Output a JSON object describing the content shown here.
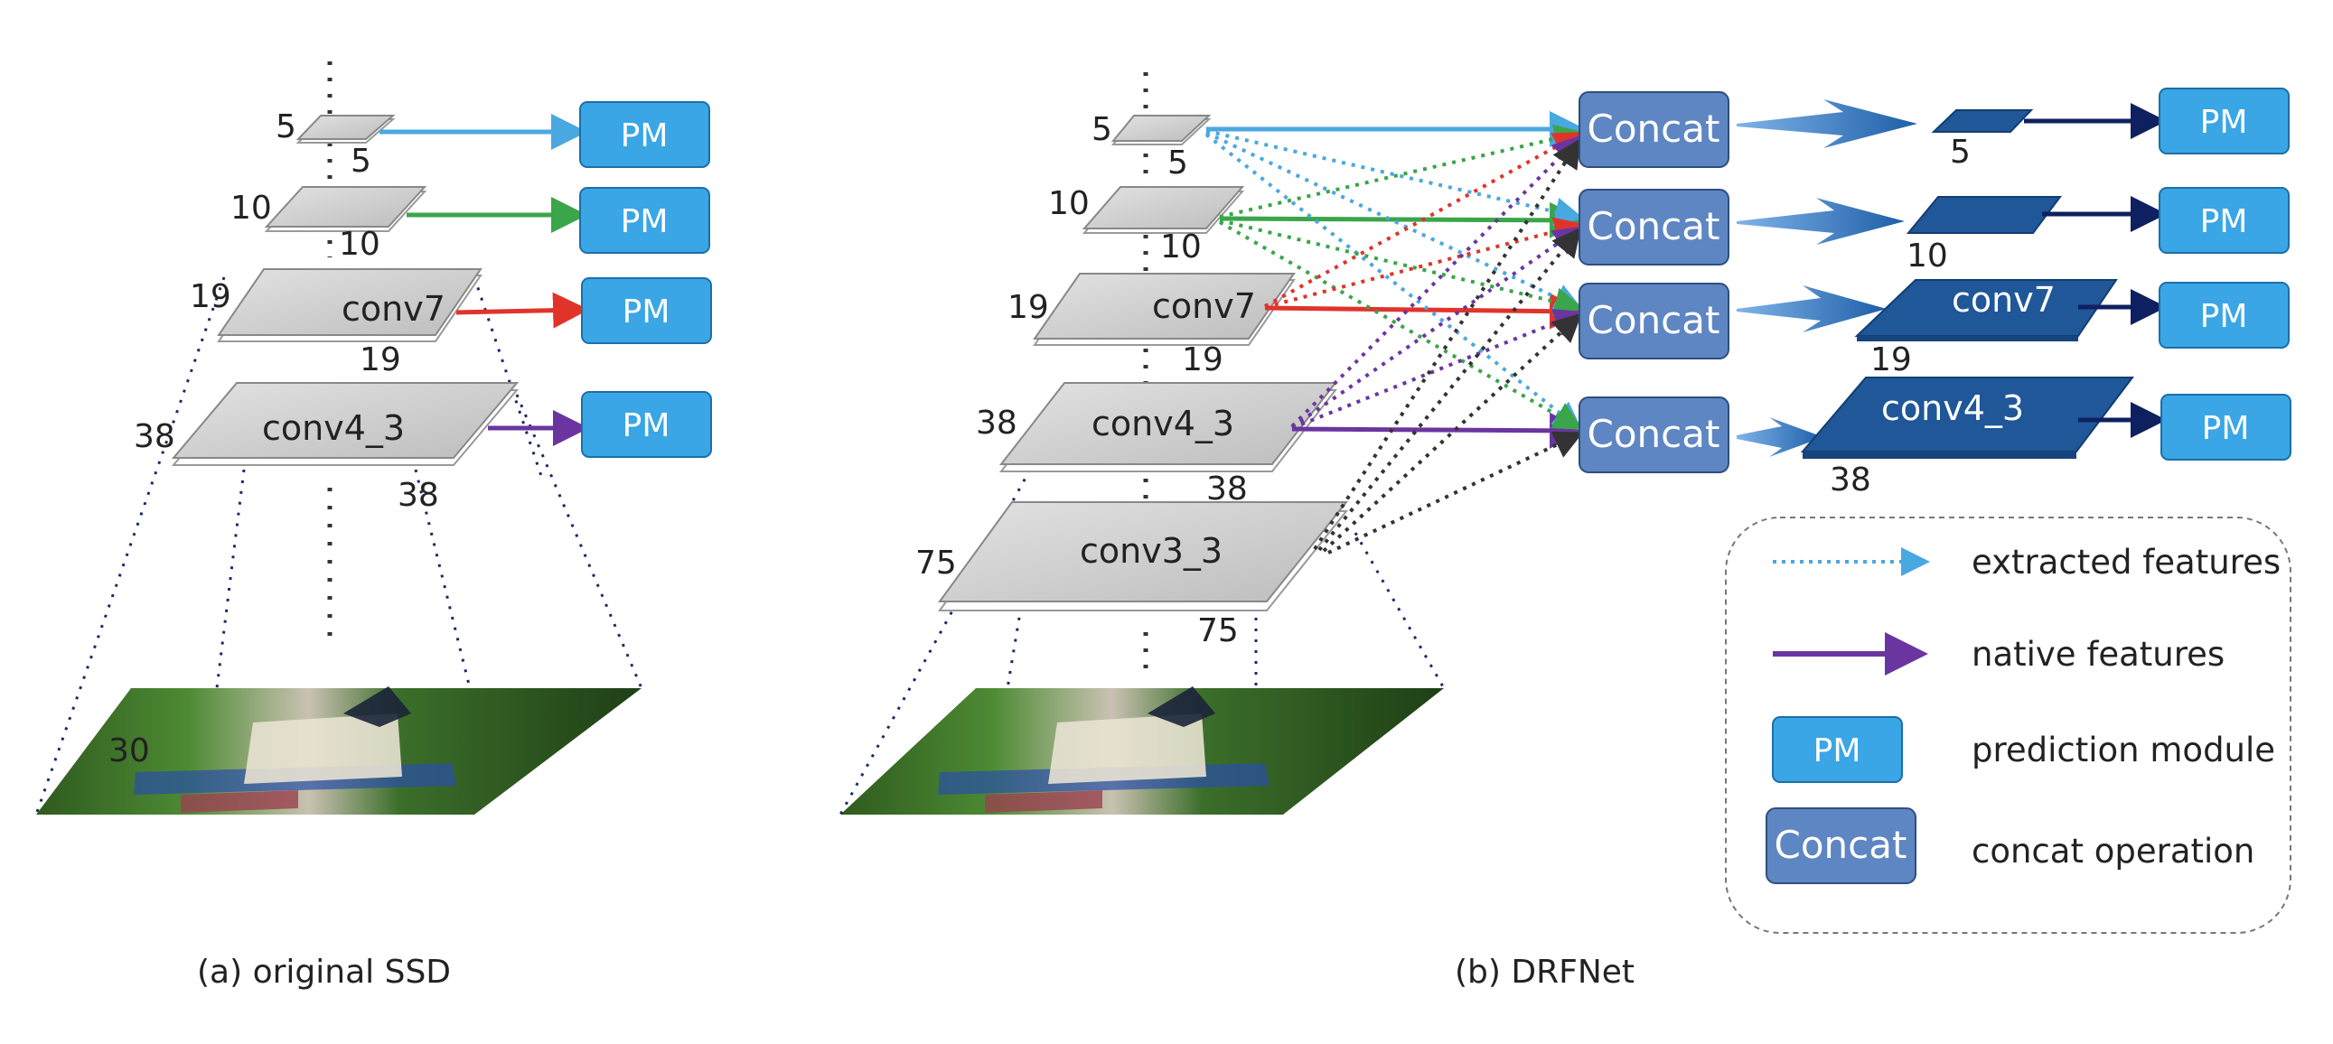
{
  "panel_a": {
    "caption": "(a) original SSD",
    "layers": [
      {
        "left": "5",
        "right": "5",
        "name": ""
      },
      {
        "left": "10",
        "right": "10",
        "name": ""
      },
      {
        "left": "19",
        "right": "19",
        "name": "conv7"
      },
      {
        "left": "38",
        "right": "38",
        "name": "conv4_3"
      }
    ],
    "pm_label": "PM",
    "partial_label": "30"
  },
  "panel_b": {
    "caption": "(b) DRFNet",
    "layers": [
      {
        "left": "5",
        "right": "5",
        "name": ""
      },
      {
        "left": "10",
        "right": "10",
        "name": ""
      },
      {
        "left": "19",
        "right": "19",
        "name": "conv7"
      },
      {
        "left": "38",
        "right": "38",
        "name": "conv4_3"
      },
      {
        "left": "75",
        "right": "75",
        "name": "conv3_3"
      }
    ],
    "concat_label": "Concat",
    "pm_label": "PM",
    "output_maps": [
      {
        "size": "5",
        "name": ""
      },
      {
        "size": "10",
        "name": ""
      },
      {
        "size": "19",
        "name": "conv7"
      },
      {
        "size": "38",
        "name": "conv4_3"
      }
    ]
  },
  "legend": {
    "extracted": "extracted features",
    "native": "native features",
    "pm_symbol": "PM",
    "pm_desc": "prediction module",
    "concat_symbol": "Concat",
    "concat_desc": "concat operation"
  },
  "colors": {
    "blue": "#4aa8e0",
    "green": "#3aa54a",
    "red": "#e0342a",
    "purple": "#6a35a0",
    "black_dotted": "#333333",
    "pm_fill": "#3aa6e6",
    "concat_fill": "#5e86c2",
    "output_map": "#1f5799",
    "output_arrow": "#0f2060",
    "layer_fill": "#cfcfcf"
  }
}
